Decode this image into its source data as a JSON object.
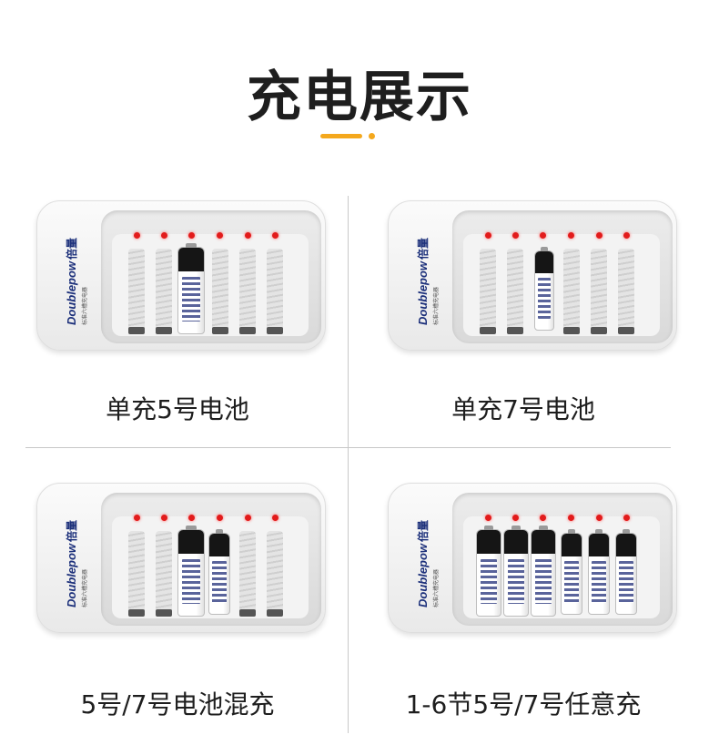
{
  "title": "充电展示",
  "accent_color": "#f4a81d",
  "brand": {
    "name": "Doublepow",
    "name_cn": "倍量",
    "subtitle": "标准六槽充电器"
  },
  "panels": [
    {
      "caption": "单充5号电池"
    },
    {
      "caption": "单充7号电池"
    },
    {
      "caption": "5号/7号电池混充"
    },
    {
      "caption": "1-6节5号/7号任意充"
    }
  ],
  "led_color": "#e21b1b"
}
